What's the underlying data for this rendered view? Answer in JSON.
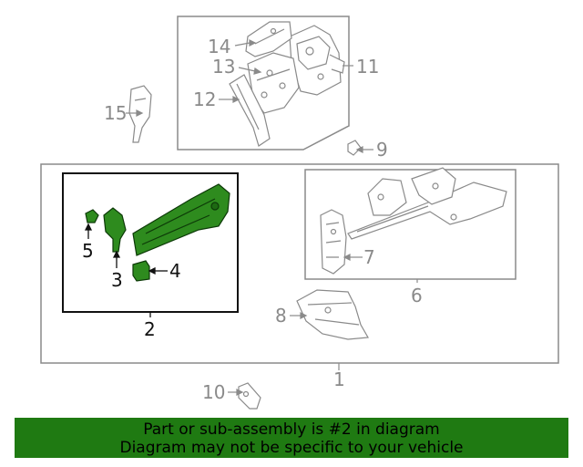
{
  "labels": {
    "l1": "1",
    "l2": "2",
    "l3": "3",
    "l4": "4",
    "l5": "5",
    "l6": "6",
    "l7": "7",
    "l8": "8",
    "l9": "9",
    "l10": "10",
    "l11": "11",
    "l12": "12",
    "l13": "13",
    "l14": "14",
    "l15": "15"
  },
  "banner": {
    "line1": "Part or sub-assembly is #2 in diagram",
    "line2": "Diagram may not be specific to your vehicle"
  },
  "colors": {
    "highlight": "#2e8b1e",
    "banner": "#1f7a12",
    "outline": "#8a8a8a",
    "label_grey": "#8a8a8a",
    "label_black": "#111111"
  }
}
